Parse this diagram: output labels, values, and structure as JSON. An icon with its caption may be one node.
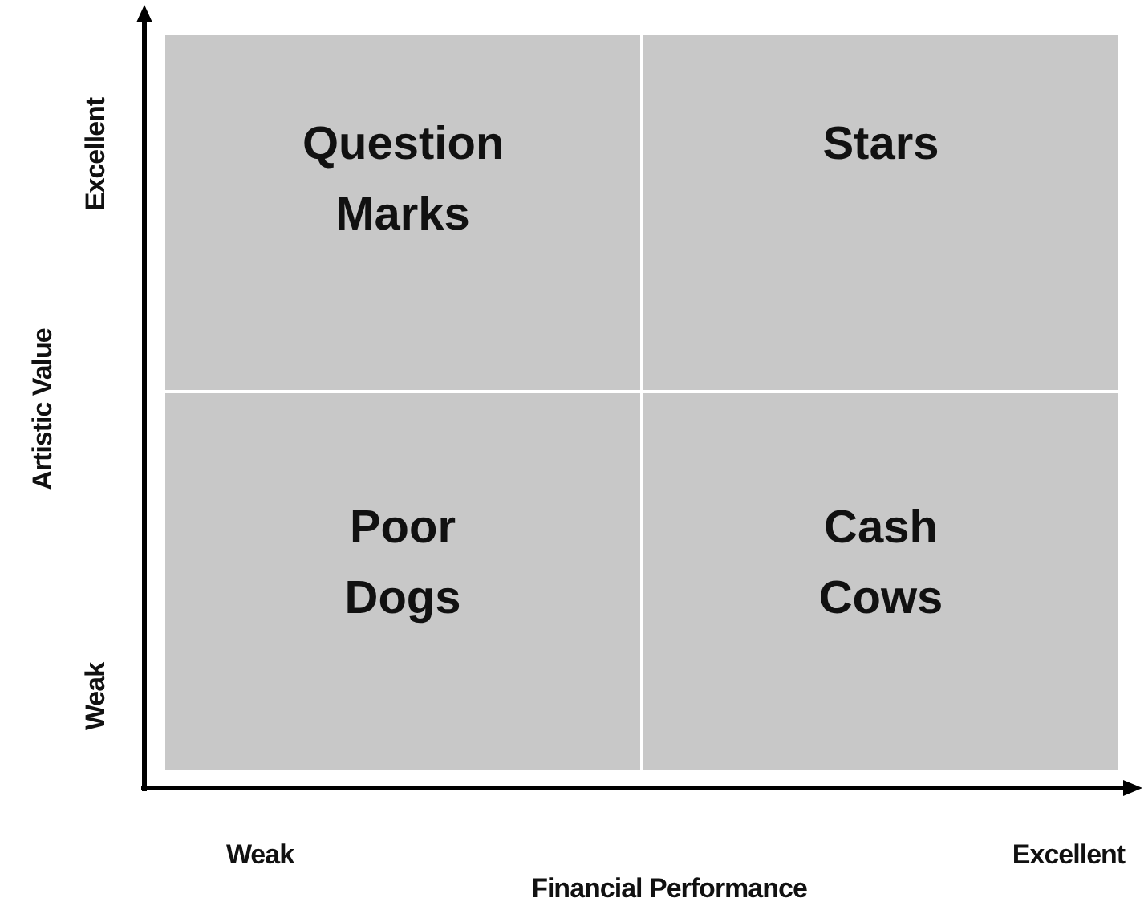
{
  "diagram": {
    "nodes": [
      {
        "text": [
          "Question Marks"
        ]
      },
      {
        "text": [
          "Stars"
        ]
      },
      {
        "text": [
          "Poor Dogs"
        ]
      },
      {
        "text": [
          "Cash Cows"
        ]
      }
    ],
    "edges": [],
    "labels": [
      "Excellent",
      "Artistic Value",
      "Weak",
      "Weak",
      "Excellent",
      "Financial Performance"
    ]
  }
}
